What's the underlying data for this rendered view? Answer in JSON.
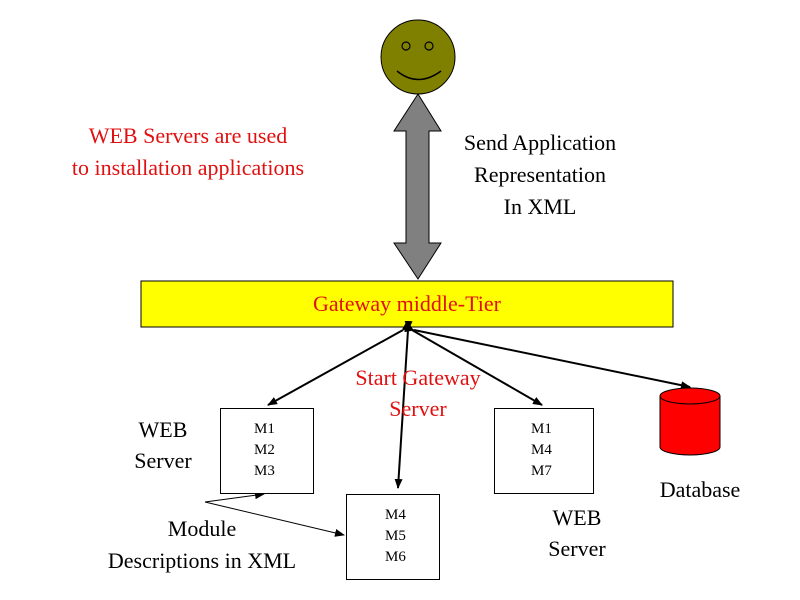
{
  "colors": {
    "face": "#808000",
    "gateway_fill": "#ffff00",
    "database": "#ff0000",
    "arrow_gray": "#808080",
    "red_text": "#e01010"
  },
  "annotations": {
    "web_servers_note": [
      "WEB Servers are used",
      "to installation applications"
    ],
    "send_app": [
      "Send Application",
      "Representation",
      "In XML"
    ],
    "start_gateway": [
      "Start Gateway",
      "Server"
    ],
    "module_descriptions": [
      "Module",
      "Descriptions in XML"
    ]
  },
  "gateway": {
    "label": "Gateway middle-Tier"
  },
  "servers": {
    "left": {
      "label": [
        "WEB",
        "Server"
      ],
      "modules": [
        "M1",
        "M2",
        "M3"
      ]
    },
    "middle": {
      "modules": [
        "M4",
        "M5",
        "M6"
      ]
    },
    "right": {
      "label": [
        "WEB",
        "Server"
      ],
      "modules": [
        "M1",
        "M4",
        "M7"
      ]
    }
  },
  "database": {
    "label": "Database"
  },
  "icons": [
    "smiley-user-icon",
    "database-cylinder-icon"
  ]
}
